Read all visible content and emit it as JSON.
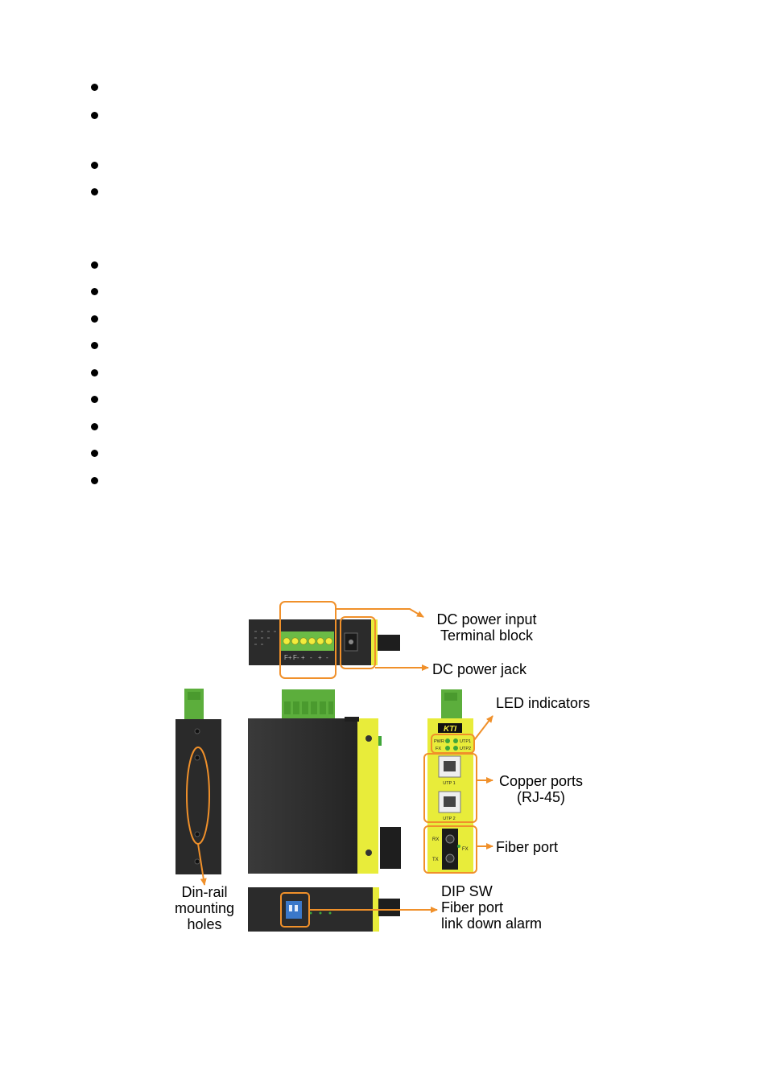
{
  "bullet_list": {
    "count": 13
  },
  "figure": {
    "labels": {
      "dc_power_input": "DC power input\nTerminal block",
      "dc_power_jack": "DC power jack",
      "led_indicators": "LED indicators",
      "copper_ports": "Copper ports\n(RJ-45)",
      "fiber_port": "Fiber port",
      "din_rail": "Din-rail\nmounting\nholes",
      "dip_sw": "DIP SW\nFiber port\nlink down alarm"
    },
    "device_text": {
      "brand": "KTI",
      "led_pwr": "PWR",
      "led_utp1": "UTP1",
      "led_fx": "FX",
      "led_utp2": "UTP2",
      "port_utp1": "UTP 1",
      "port_utp2": "UTP 2",
      "fiber_rx": "RX",
      "fiber_tx": "TX",
      "fiber_fx": "FX"
    },
    "colors": {
      "callout": "#f0902a",
      "device_body": "#2e2e2e",
      "device_yellow": "#e8ec3a",
      "terminal_green": "#5cae3c",
      "led_green": "#3fa63a",
      "dip_blue": "#3b78c9"
    }
  }
}
